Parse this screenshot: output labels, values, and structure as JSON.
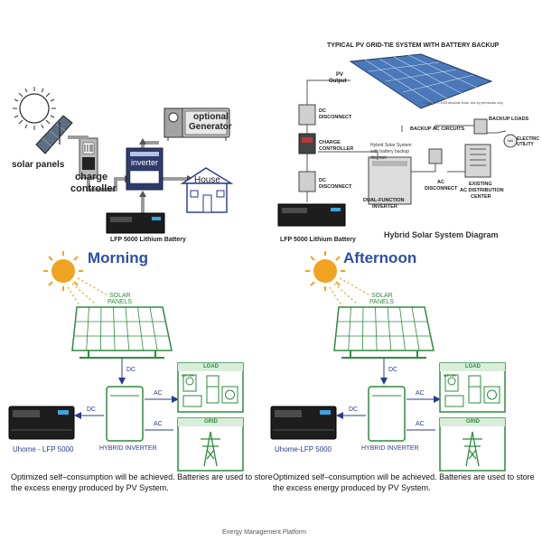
{
  "top_left": {
    "solar_panels": "solar panels",
    "charge_controller_1": "charge",
    "charge_controller_2": "controller",
    "inverter": "inverter",
    "generator_1": "optional",
    "generator_2": "Generator",
    "house": "House",
    "battery": "LFP 5000 Lithium Battery"
  },
  "top_right": {
    "title": "TYPICAL PV GRID-TIE SYSTEM WITH BATTERY BACKUP",
    "pv_output_1": "PV",
    "pv_output_2": "Output",
    "copyright": "Copyright © 2003 Absolute Solar. Use by permission only.",
    "dc_disconnect_top_1": "DC",
    "dc_disconnect_top_2": "DISCONNECT",
    "charge_controller_1": "CHARGE",
    "charge_controller_2": "CONTROLLER",
    "dc_disconnect_bottom_1": "DC",
    "dc_disconnect_bottom_2": "DISCONNECT",
    "backup_ac_circuits": "BACKUP AC CIRCUITS",
    "backup_loads": "BACKUP LOADS",
    "electric_utility_1": "ELECTRIC",
    "electric_utility_2": "UTILITY",
    "inverter_note_1": "Hybrid Solar System",
    "inverter_note_2": "with battery backup",
    "inverter_note_3": "diagram",
    "dual_function_1": "DUAL-FUNCTION",
    "dual_function_2": "INVERTER",
    "ac_disconnect_1": "AC",
    "ac_disconnect_2": "DISCONNECT",
    "existing_1": "EXISTING",
    "existing_2": "AC DISTRIBUTION",
    "existing_3": "CENTER",
    "battery": "LFP 5000 Lithium Battery",
    "caption": "Hybrid Solar System Diagram"
  },
  "morning": {
    "title": "Morning",
    "solar_1": "SOLAR",
    "solar_2": "PANELS",
    "dc_top": "DC",
    "dc_left": "DC",
    "ac_top": "AC",
    "ac_bottom": "AC",
    "load": "LOAD",
    "grid": "GRID",
    "meter": "METER",
    "battery": "Uhome - LFP 5000",
    "inverter": "HYBRID INVERTER",
    "description": "Optimized self–consumption will be achieved. Batteries are used to store the excess energy produced by PV System."
  },
  "afternoon": {
    "title": "Afternoon",
    "solar_1": "SOLAR",
    "solar_2": "PANELS",
    "dc_top": "DC",
    "dc_left": "DC",
    "ac_top": "AC",
    "ac_bottom": "AC",
    "load": "LOAD",
    "grid": "GRID",
    "meter": "METER",
    "battery": "Uhome-LFP 5000",
    "inverter": "HYBRID INVERTER",
    "description": "Optimized self–consumption will be achieved. Batteries are used to store the excess energy produced by PV System."
  },
  "footer_text": "Energy Management Platform"
}
